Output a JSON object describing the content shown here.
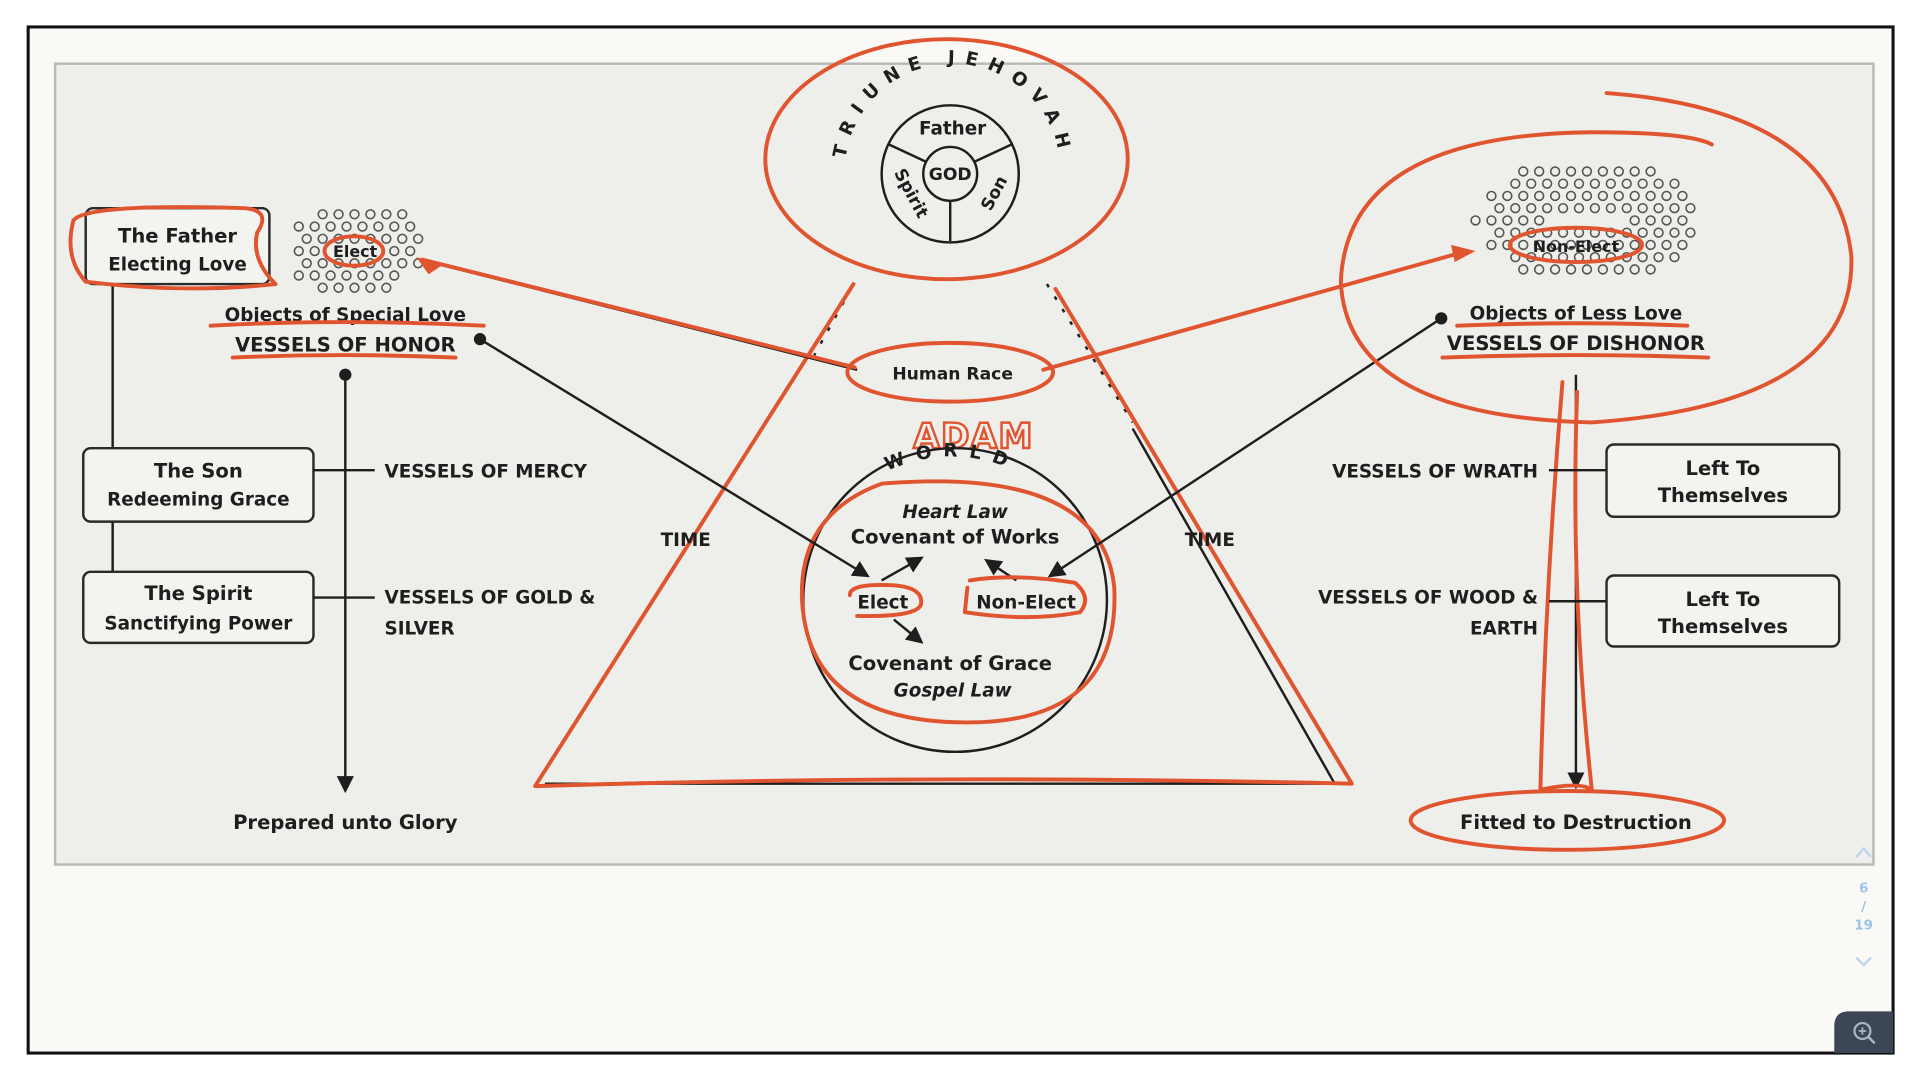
{
  "viewer": {
    "page_current": "6",
    "page_separator": "/",
    "page_total": "19",
    "prev_icon": "chevron-up-icon",
    "next_icon": "chevron-down-icon",
    "zoom_icon": "zoom-in-icon"
  },
  "diagram": {
    "godhead": {
      "arc_label": "TRIUNE JEHOVAH",
      "center": "GOD",
      "father": "Father",
      "spirit": "Spirit",
      "son": "Son"
    },
    "left": {
      "father_title": "The Father",
      "father_sub": "Electing Love",
      "elect": "Elect",
      "objects": "Objects of Special Love",
      "vessels": "VESSELS OF HONOR",
      "son_title": "The Son",
      "son_sub": "Redeeming Grace",
      "spirit_title": "The Spirit",
      "spirit_sub": "Sanctifying Power",
      "mercy": "VESSELS OF MERCY",
      "gold_1": "VESSELS OF GOLD &",
      "gold_2": "SILVER",
      "end": "Prepared unto Glory"
    },
    "center": {
      "human_race": "Human Race",
      "adam": "ADAM",
      "world": "WORLD",
      "heart_law": "Heart Law",
      "works": "Covenant of Works",
      "elect": "Elect",
      "non_elect": "Non-Elect",
      "grace": "Covenant of Grace",
      "gospel_law": "Gospel Law",
      "time_left": "TIME",
      "time_right": "TIME"
    },
    "right": {
      "non_elect": "Non-Elect",
      "objects": "Objects of Less Love",
      "vessels": "VESSELS OF DISHONOR",
      "wrath": "VESSELS OF WRATH",
      "wood_1": "VESSELS OF WOOD &",
      "wood_2": "EARTH",
      "left_to_1a": "Left To",
      "left_to_1b": "Themselves",
      "left_to_2a": "Left To",
      "left_to_2b": "Themselves",
      "end": "Fitted to Destruction"
    }
  },
  "colors": {
    "annotation_red": "#e05530",
    "panel_bg": "#eeeeea",
    "nav_blue": "#9cc3ea",
    "zoom_button": "#3d4654"
  }
}
